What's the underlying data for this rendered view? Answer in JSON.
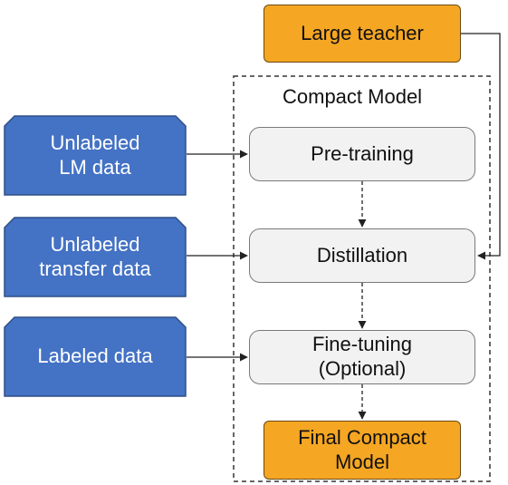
{
  "colors": {
    "data_fill": "#4472C4",
    "data_border": "#2F4F86",
    "teacher_fill": "#F5A623",
    "step_fill": "#F2F2F2",
    "line": "#222222"
  },
  "teacher": {
    "label": "Large teacher"
  },
  "group": {
    "title": "Compact Model"
  },
  "inputs": [
    {
      "label": "Unlabeled\nLM data"
    },
    {
      "label": "Unlabeled\ntransfer data"
    },
    {
      "label": "Labeled data"
    }
  ],
  "steps": [
    {
      "label": "Pre-training"
    },
    {
      "label": "Distillation"
    },
    {
      "label": "Fine-tuning\n(Optional)"
    }
  ],
  "output": {
    "label": "Final Compact\nModel"
  }
}
